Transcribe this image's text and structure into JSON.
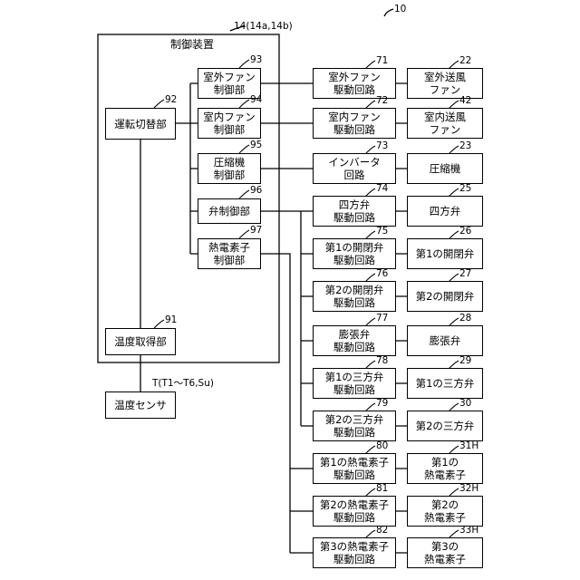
{
  "figure_number": "10",
  "controller": {
    "ref": "14(14a,14b)",
    "title": "制御装置"
  },
  "control_units": [
    {
      "id": "op_switch",
      "ref": "92",
      "label": "運転切替部"
    },
    {
      "id": "temp_acq",
      "ref": "91",
      "label": "温度取得部"
    },
    {
      "id": "outdoor_fan_ctrl",
      "ref": "93",
      "label": "室外ファン\n制御部"
    },
    {
      "id": "indoor_fan_ctrl",
      "ref": "94",
      "label": "室内ファン\n制御部"
    },
    {
      "id": "compressor_ctrl",
      "ref": "95",
      "label": "圧縮機\n制御部"
    },
    {
      "id": "valve_ctrl",
      "ref": "96",
      "label": "弁制御部"
    },
    {
      "id": "thermo_ctrl",
      "ref": "97",
      "label": "熱電素子\n制御部"
    }
  ],
  "sensor": {
    "ref": "T(T1～T6,Su)",
    "label": "温度センサ"
  },
  "drive_circuits": [
    {
      "ref": "71",
      "label": "室外ファン\n駆動回路"
    },
    {
      "ref": "72",
      "label": "室内ファン\n駆動回路"
    },
    {
      "ref": "73",
      "label": "インバータ\n回路"
    },
    {
      "ref": "74",
      "label": "四方弁\n駆動回路"
    },
    {
      "ref": "75",
      "label": "第1の開閉弁\n駆動回路"
    },
    {
      "ref": "76",
      "label": "第2の開閉弁\n駆動回路"
    },
    {
      "ref": "77",
      "label": "膨張弁\n駆動回路"
    },
    {
      "ref": "78",
      "label": "第1の三方弁\n駆動回路"
    },
    {
      "ref": "79",
      "label": "第2の三方弁\n駆動回路"
    },
    {
      "ref": "80",
      "label": "第1の熱電素子\n駆動回路"
    },
    {
      "ref": "81",
      "label": "第2の熱電素子\n駆動回路"
    },
    {
      "ref": "82",
      "label": "第3の熱電素子\n駆動回路"
    }
  ],
  "devices": [
    {
      "ref": "22",
      "label": "室外送風\nファン"
    },
    {
      "ref": "42",
      "label": "室内送風\nファン"
    },
    {
      "ref": "23",
      "label": "圧縮機"
    },
    {
      "ref": "25",
      "label": "四方弁"
    },
    {
      "ref": "26",
      "label": "第1の開閉弁"
    },
    {
      "ref": "27",
      "label": "第2の開閉弁"
    },
    {
      "ref": "28",
      "label": "膨張弁"
    },
    {
      "ref": "29",
      "label": "第1の三方弁"
    },
    {
      "ref": "30",
      "label": "第2の三方弁"
    },
    {
      "ref": "31H",
      "label": "第1の\n熱電素子"
    },
    {
      "ref": "32H",
      "label": "第2の\n熱電素子"
    },
    {
      "ref": "33H",
      "label": "第3の\n熱電素子"
    }
  ]
}
